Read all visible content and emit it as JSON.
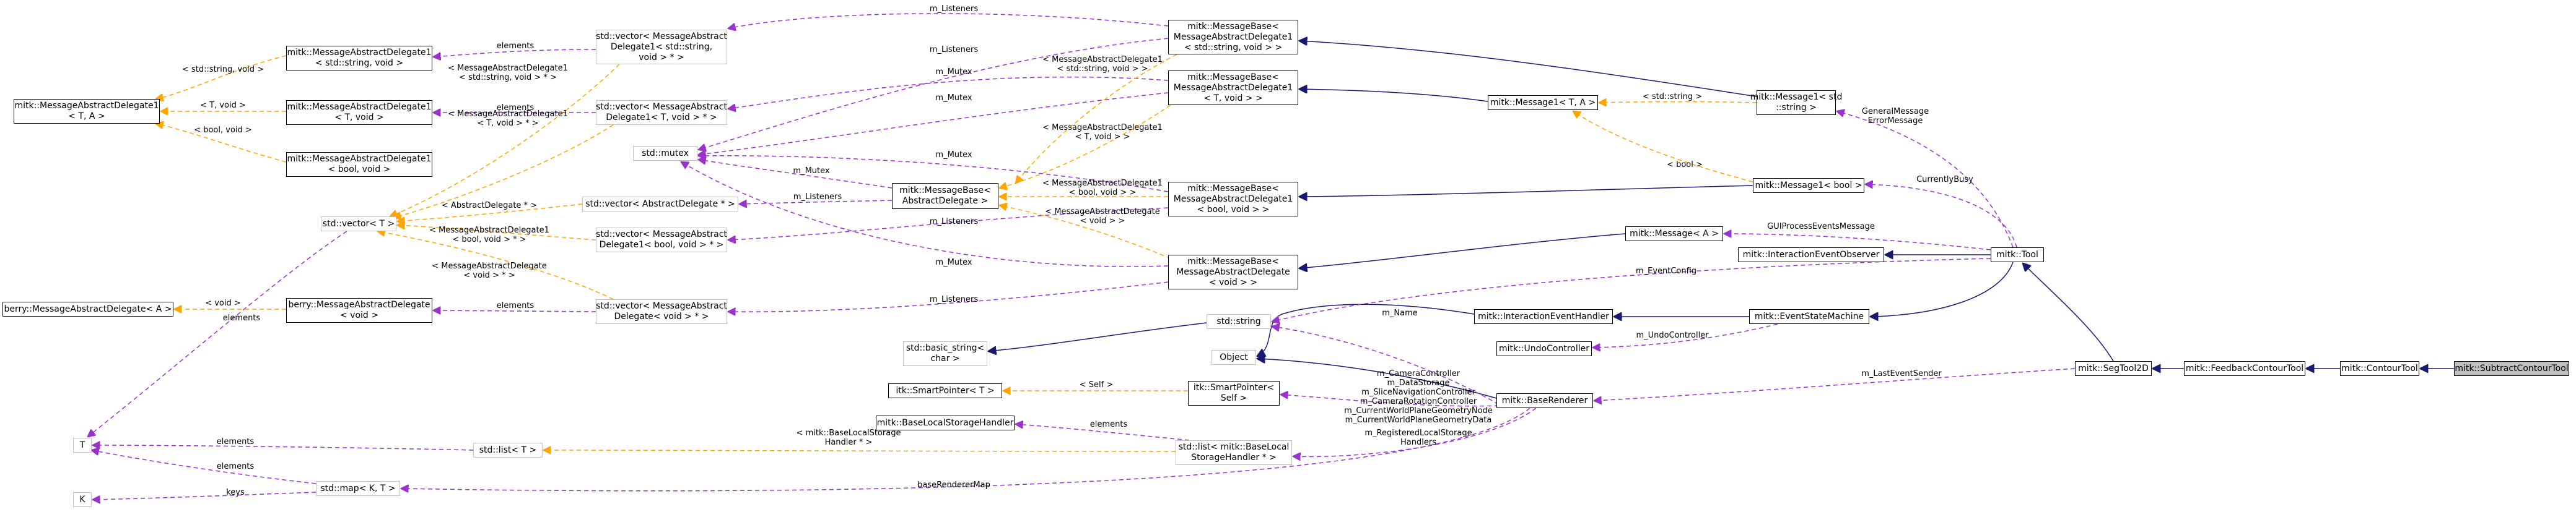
{
  "diagram": {
    "colors": {
      "inheritance": "#191970",
      "usage": "#9a32cd",
      "template": "#ffa500",
      "node_border": "#000000",
      "external_border": "#bfbfbf",
      "focus_fill": "#bfbfbf"
    },
    "nodes": {
      "subtract_contour_tool": {
        "lines": [
          "mitk::SubtractContourTool"
        ],
        "focus": true
      },
      "contour_tool": {
        "lines": [
          "mitk::ContourTool"
        ]
      },
      "feedback_contour_tool": {
        "lines": [
          "mitk::FeedbackContourTool"
        ]
      },
      "seg_tool_2d": {
        "lines": [
          "mitk::SegTool2D"
        ]
      },
      "tool": {
        "lines": [
          "mitk::Tool"
        ]
      },
      "message1_std_string": {
        "lines": [
          "mitk::Message1< std",
          "::string >"
        ]
      },
      "message1_bool": {
        "lines": [
          "mitk::Message1< bool >"
        ]
      },
      "interaction_event_observer": {
        "lines": [
          "mitk::InteractionEventObserver"
        ]
      },
      "event_state_machine": {
        "lines": [
          "mitk::EventStateMachine"
        ]
      },
      "message_a": {
        "lines": [
          "mitk::Message< A >"
        ]
      },
      "message1_t_a": {
        "lines": [
          "mitk::Message1< T, A >"
        ]
      },
      "interaction_event_handler": {
        "lines": [
          "mitk::InteractionEventHandler"
        ]
      },
      "undo_controller": {
        "lines": [
          "mitk::UndoController"
        ]
      },
      "base_renderer": {
        "lines": [
          "mitk::BaseRenderer"
        ]
      },
      "msgbase_delegate1_string": {
        "lines": [
          "mitk::MessageBase<",
          "MessageAbstractDelegate1",
          "< std::string, void > >"
        ]
      },
      "msgbase_delegate1_t": {
        "lines": [
          "mitk::MessageBase<",
          "MessageAbstractDelegate1",
          "< T, void > >"
        ]
      },
      "msgbase_delegate1_bool": {
        "lines": [
          "mitk::MessageBase<",
          "MessageAbstractDelegate1",
          "< bool, void > >"
        ]
      },
      "msgbase_delegate": {
        "lines": [
          "mitk::MessageBase<",
          "MessageAbstractDelegate",
          "< void > >"
        ]
      },
      "msgbase_abstract": {
        "lines": [
          "mitk::MessageBase<",
          "AbstractDelegate >"
        ]
      },
      "std_mutex": {
        "lines": [
          "std::mutex"
        ],
        "external": true
      },
      "std_string": {
        "lines": [
          "std::string"
        ],
        "external": true
      },
      "std_basic_string": {
        "lines": [
          "std::basic_string<",
          "char >"
        ],
        "external": true
      },
      "object": {
        "lines": [
          "Object"
        ],
        "external": true
      },
      "itk_smartpointer_t": {
        "lines": [
          "itk::SmartPointer< T >"
        ]
      },
      "itk_smartpointer_self": {
        "lines": [
          "itk::SmartPointer<",
          "Self >"
        ]
      },
      "base_local_storage_handler": {
        "lines": [
          "mitk::BaseLocalStorageHandler"
        ]
      },
      "std_list_handler": {
        "lines": [
          "std::list< mitk::BaseLocal",
          "StorageHandler * >"
        ],
        "external": true
      },
      "std_list_t": {
        "lines": [
          "std::list< T >"
        ],
        "external": true
      },
      "std_map": {
        "lines": [
          "std::map< K, T >"
        ],
        "external": true
      },
      "t_param": {
        "lines": [
          "T"
        ],
        "external": true
      },
      "k_param": {
        "lines": [
          "K"
        ],
        "external": true
      },
      "vec_delegate1_string": {
        "lines": [
          "std::vector< MessageAbstract",
          "Delegate1< std::string,",
          "void > * >"
        ],
        "external": true
      },
      "vec_delegate1_t": {
        "lines": [
          "std::vector< MessageAbstract",
          "Delegate1< T, void > * >"
        ],
        "external": true
      },
      "vec_abstract_delegate": {
        "lines": [
          "std::vector< AbstractDelegate * >"
        ],
        "external": true
      },
      "vec_delegate1_bool": {
        "lines": [
          "std::vector< MessageAbstract",
          "Delegate1< bool, void > * >"
        ],
        "external": true
      },
      "vec_delegate": {
        "lines": [
          "std::vector< MessageAbstract",
          "Delegate< void > * >"
        ],
        "external": true
      },
      "std_vector_t": {
        "lines": [
          "std::vector< T >"
        ],
        "external": true
      },
      "mad1_string": {
        "lines": [
          "mitk::MessageAbstractDelegate1",
          "< std::string, void >"
        ]
      },
      "mad1_t": {
        "lines": [
          "mitk::MessageAbstractDelegate1",
          "< T, void >"
        ]
      },
      "mad1_bool": {
        "lines": [
          "mitk::MessageAbstractDelegate1",
          "< bool, void >"
        ]
      },
      "mad1_ta": {
        "lines": [
          "mitk::MessageAbstractDelegate1",
          "< T, A >"
        ]
      },
      "berry_mad": {
        "lines": [
          "berry::MessageAbstractDelegate< A >"
        ]
      },
      "berry_mad_void": {
        "lines": [
          "berry::MessageAbstractDelegate",
          "< void >"
        ]
      }
    },
    "edge_labels": {
      "m_listeners": "m_Listeners",
      "m_mutex": "m_Mutex",
      "elements": "elements",
      "keys": "keys",
      "m_name": "m_Name",
      "self": "< Self >",
      "currently_busy": "CurrentlyBusy",
      "gui_process": "GUIProcessEventsMessage",
      "event_config": "m_EventConfig",
      "undo_controller": "m_UndoController",
      "last_event_sender": "m_LastEventSender",
      "base_renderer_map": "baseRendererMap",
      "registered_handlers": [
        "m_RegisteredLocalStorage",
        "Handlers"
      ],
      "general_message": [
        "GeneralMessage",
        "ErrorMessage"
      ],
      "camera_controllers": [
        "m_CameraController",
        "m_DataStorage",
        "m_SliceNavigationController",
        "m_CameraRotationController",
        "m_CurrentWorldPlaneGeometryNode",
        "m_CurrentWorldPlaneGeometryData"
      ],
      "tpl_string": "< std::string >",
      "tpl_bool": "< bool >",
      "tpl_bool_void_label": "< bool, void >",
      "tpl_string_void": "< std::string, void >",
      "tpl_t_void_label": "< T, void >",
      "tpl_void": "< void >",
      "tpl_delegate1_string": [
        "< MessageAbstractDelegate1",
        "< std::string, void > * >"
      ],
      "tpl_delegate1_t": [
        "< MessageAbstractDelegate1",
        "< T, void > * >"
      ],
      "tpl_abstract": "< AbstractDelegate * >",
      "tpl_delegate1_bool": [
        "< MessageAbstractDelegate1",
        "< bool, void > * >"
      ],
      "tpl_delegate": [
        "< MessageAbstractDelegate",
        "< void > * >"
      ],
      "tpl_mad1_string_void": [
        "< MessageAbstractDelegate1",
        "< std::string, void > >"
      ],
      "tpl_mad1_t_void": [
        "< MessageAbstractDelegate1",
        "< T, void > >"
      ],
      "tpl_mad1_bool_void": [
        "< MessageAbstractDelegate1",
        "< bool, void > >"
      ],
      "tpl_mad_void": [
        "< MessageAbstractDelegate",
        "< void > >"
      ],
      "tpl_handler": [
        "< mitk::BaseLocalStorage",
        "Handler * >"
      ]
    }
  }
}
